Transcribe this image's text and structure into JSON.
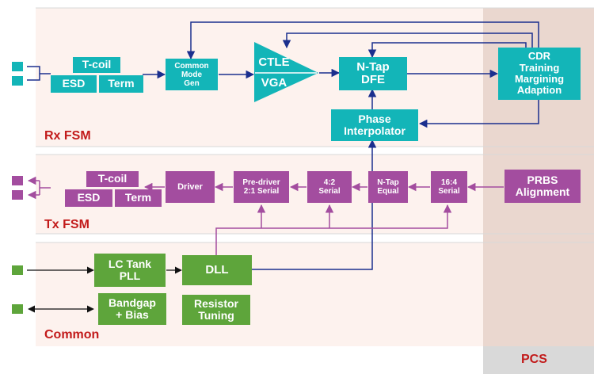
{
  "colors": {
    "rx_block": "#13b5b8",
    "tx_block": "#a34d9f",
    "common_block": "#5ea53b",
    "section_label": "#c21a1a",
    "wire": "#1b2f8e",
    "section_bg": "#fdf2ee",
    "pcs_bg": "#ead7cf",
    "pcs_footer_bg": "#d9d9d9"
  },
  "sections": {
    "rx": "Rx FSM",
    "tx": "Tx FSM",
    "common": "Common",
    "pcs": "PCS"
  },
  "rx": {
    "tcoil": "T-coil",
    "esd": "ESD",
    "term": "Term",
    "common_mode": "Common\nMode\nGen",
    "ctle": "CTLE",
    "vga": "VGA",
    "dfe": "N-Tap\nDFE",
    "cdr": "CDR\nTraining\nMargining\nAdaption",
    "phase_interp": "Phase\nInterpolator"
  },
  "tx": {
    "tcoil": "T-coil",
    "esd": "ESD",
    "term": "Term",
    "driver": "Driver",
    "predriver": "Pre-driver\n2:1 Serial",
    "serial_4_2": "4:2\nSerial",
    "ntap_equal": "N-Tap\nEqual",
    "serial_16_4": "16:4\nSerial",
    "prbs": "PRBS\nAlignment"
  },
  "common": {
    "lc_tank": "LC Tank\nPLL",
    "dll": "DLL",
    "bandgap": "Bandgap\n+ Bias",
    "resistor": "Resistor\nTuning"
  },
  "icons": {
    "pin": "square-pad",
    "ctle_shape": "triangle-amplifier"
  }
}
